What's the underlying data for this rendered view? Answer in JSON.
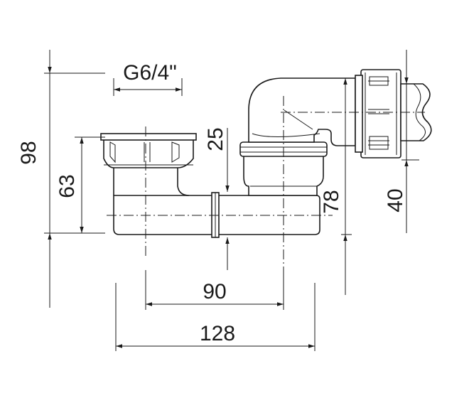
{
  "drawing": {
    "thread_label": "G6/4\"",
    "dimensions": {
      "overall_height": "98",
      "inlet_height": "63",
      "elbow_offset": "25",
      "outlet_height": "78",
      "outlet_center": "40",
      "inlet_spacing": "90",
      "overall_length": "128"
    }
  }
}
